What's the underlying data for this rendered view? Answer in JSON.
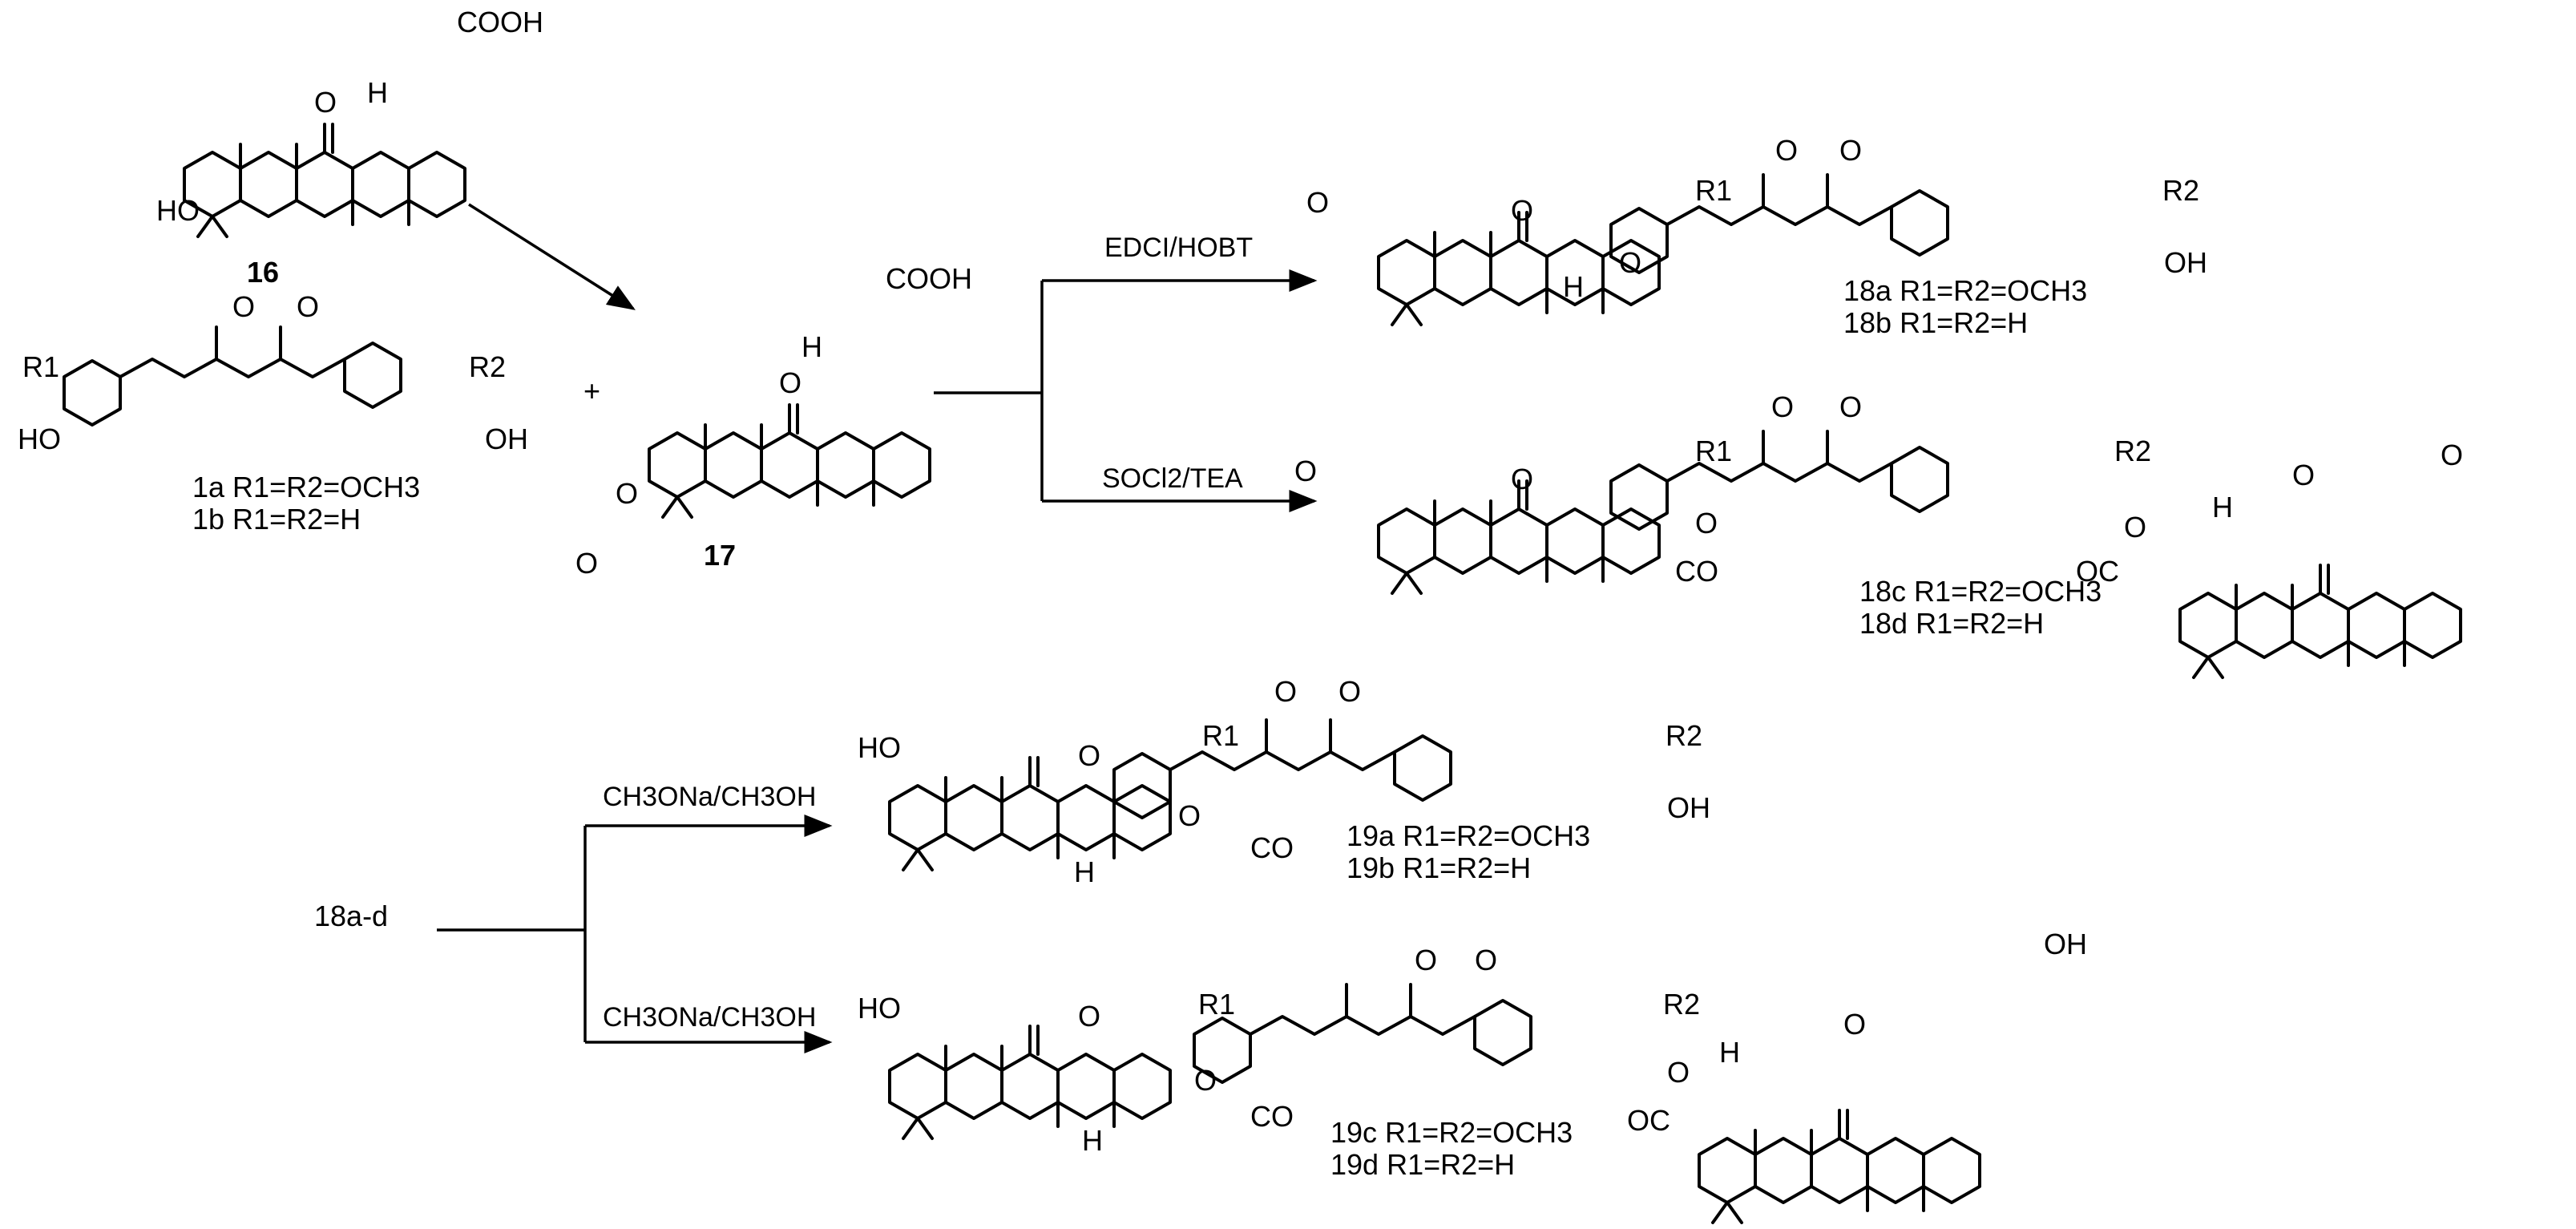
{
  "compounds": {
    "c16": "16",
    "c17": "17",
    "c1a": "1a R1=R2=OCH3",
    "c1b": "1b R1=R2=H",
    "c18a": "18a R1=R2=OCH3",
    "c18b": "18b R1=R2=H",
    "c18c": "18c R1=R2=OCH3",
    "c18d": "18d R1=R2=H",
    "c19a": "19a R1=R2=OCH3",
    "c19b": "19b R1=R2=H",
    "c19c": "19c R1=R2=OCH3",
    "c19d": "19d R1=R2=H",
    "start": "18a-d"
  },
  "conditions": {
    "r1": "EDCI/HOBT",
    "r2": "SOCl2/TEA",
    "r3": "CH3ONa/CH3OH",
    "r4": "CH3ONa/CH3OH"
  },
  "plus": "+",
  "atoms": {
    "cooh": "COOH",
    "o": "O",
    "ho": "HO",
    "oh": "OH",
    "h": "H",
    "r1": "R1",
    "r2": "R2",
    "oc": "OC",
    "co": "CO"
  }
}
